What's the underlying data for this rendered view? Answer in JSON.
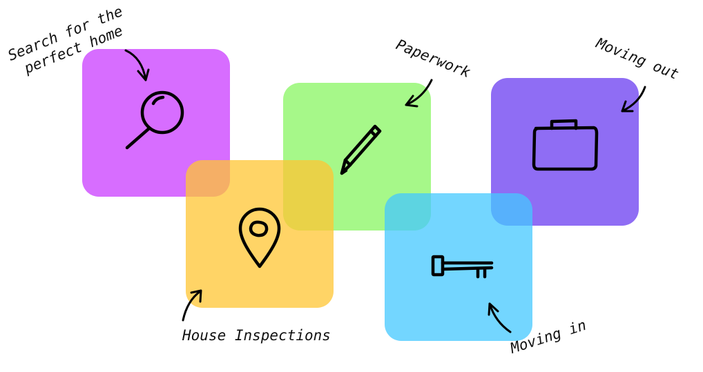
{
  "steps": [
    {
      "id": "search",
      "label_lines": [
        "Search for the",
        "perfect home"
      ],
      "color": "#cc44ff",
      "icon": "magnifier-icon"
    },
    {
      "id": "inspections",
      "label_lines": [
        "House Inspections"
      ],
      "color": "#ffc533",
      "icon": "location-pin-icon"
    },
    {
      "id": "paperwork",
      "label_lines": [
        "Paperwork"
      ],
      "color": "#84f55c",
      "icon": "pencil-icon"
    },
    {
      "id": "moving-in",
      "label_lines": [
        "Moving in"
      ],
      "color": "#44c8ff",
      "icon": "key-icon"
    },
    {
      "id": "moving-out",
      "label_lines": [
        "Moving out"
      ],
      "color": "#6a3cf0",
      "icon": "suitcase-icon"
    }
  ]
}
